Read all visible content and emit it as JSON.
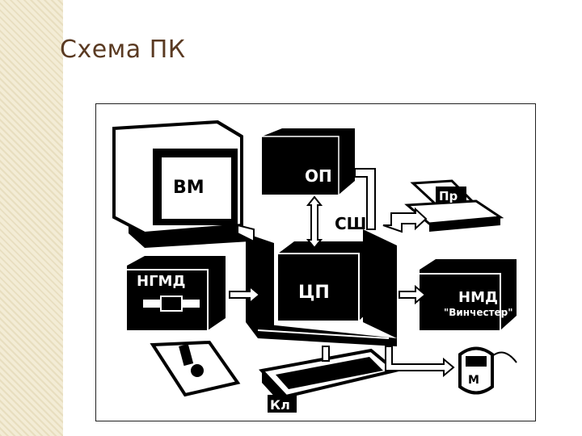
{
  "slide": {
    "title": "Схема ПК"
  },
  "diagram": {
    "monitor_label": "ВМ",
    "ram_label": "ОП",
    "bus_label": "СШ",
    "printer_label": "Пр",
    "fdd_label": "НГМД",
    "cpu_label": "ЦП",
    "hdd_label": "НМД",
    "hdd_caption": "\"Винчестер\"",
    "keyboard_label": "Кл",
    "mouse_label": "М"
  },
  "colors": {
    "title": "#5a3a22",
    "side_band": "#f3ecd5",
    "ink": "#000000"
  }
}
